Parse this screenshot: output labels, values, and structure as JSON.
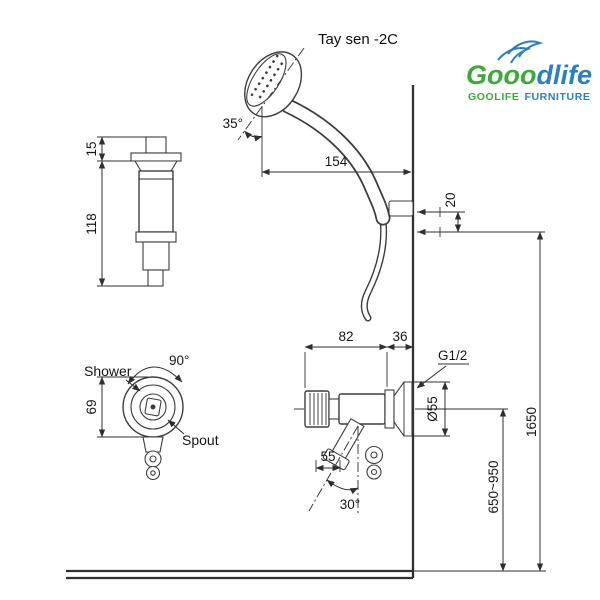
{
  "title": "Tay sen -2C",
  "logo": {
    "brand_left": "Gooo",
    "brand_right": "dlife",
    "tagline_left": "GOOLIFE",
    "tagline_right": "FURNITURE"
  },
  "labels": {
    "shower": "Shower",
    "spout": "Spout"
  },
  "dims": {
    "head_angle": "35°",
    "head_to_wall": "154",
    "bracket_gap": "20",
    "valve_cap": "15",
    "valve_body": "118",
    "knob_angle": "90°",
    "knob_dia": "69",
    "body_len": "82",
    "wall_offset": "36",
    "thread": "G1/2",
    "flange_dia": "Ø55",
    "spout_offset": "55",
    "spout_angle": "30°",
    "mount_range": "650~950",
    "total_height": "1650"
  },
  "colors": {
    "green": "#3fa83c",
    "blue": "#2c7fc0",
    "line": "#3c3c3c"
  }
}
